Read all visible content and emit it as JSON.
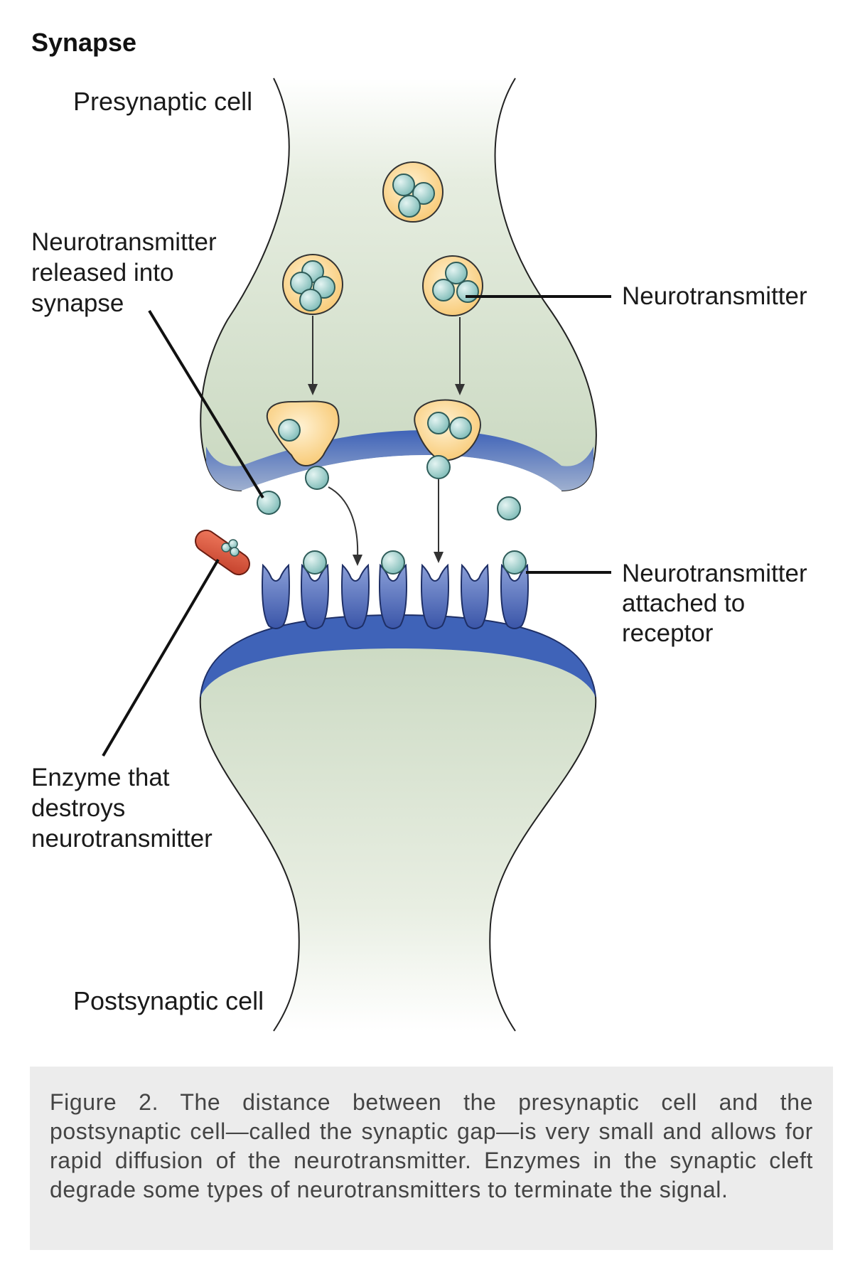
{
  "title": "Synapse",
  "labels": {
    "presynaptic": "Presynaptic cell",
    "released_1": "Neurotransmitter",
    "released_2": "released into",
    "released_3": "synapse",
    "neurotransmitter": "Neurotransmitter",
    "attached_1": "Neurotransmitter",
    "attached_2": "attached to",
    "attached_3": "receptor",
    "enzyme_1": "Enzyme that",
    "enzyme_2": "destroys",
    "enzyme_3": "neurotransmitter",
    "postsynaptic": "Postsynaptic cell"
  },
  "caption": "Figure 2. The distance between the presynaptic cell and the postsynaptic cell—called the synaptic gap—is very small and allows for rapid diffusion of the neurotransmitter. Enzymes in the synaptic cleft degrade some types of neurotransmitters to terminate the signal.",
  "colors": {
    "cell_fill": "#d3dfcc",
    "membrane": "#3f63b8",
    "vesicle": "#fbd58c",
    "molecule": "#9ccfcb",
    "enzyme": "#d9513a",
    "caption_bg": "#ececec",
    "caption_text": "#444444"
  }
}
